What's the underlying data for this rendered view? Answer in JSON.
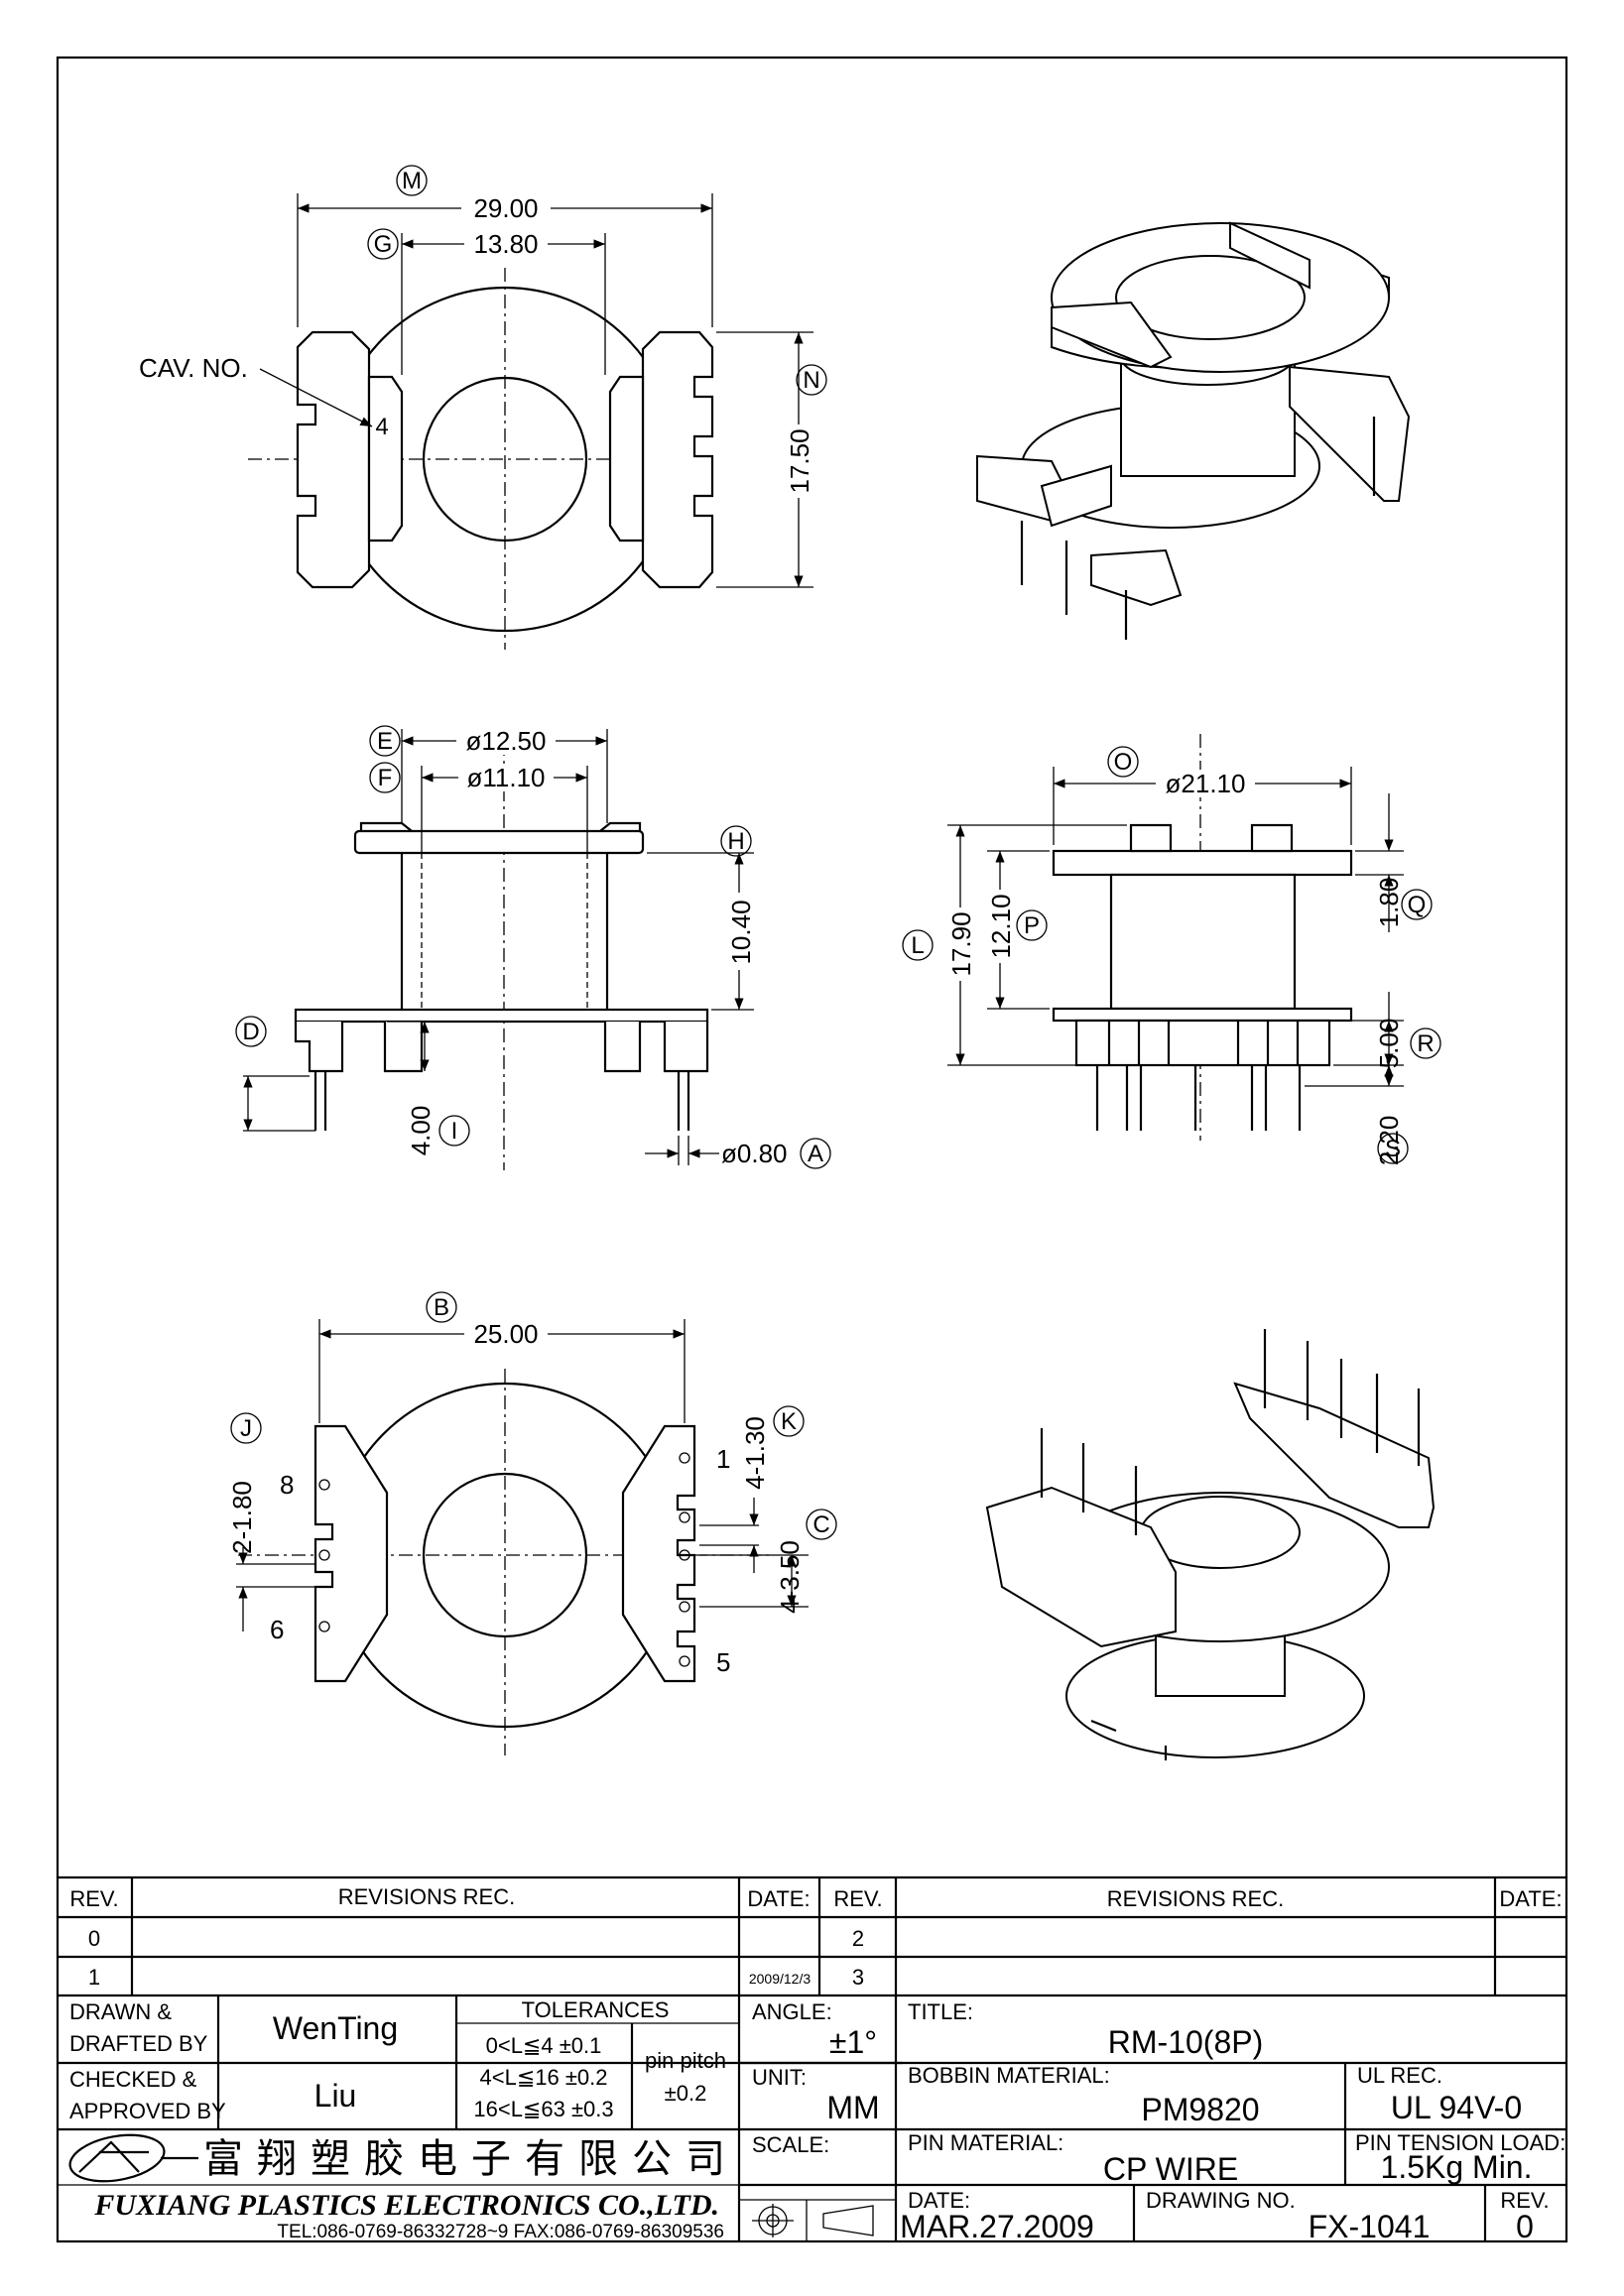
{
  "views": {
    "top": {
      "dims": {
        "m": "29.00",
        "g": "13.80",
        "n": "17.50"
      },
      "letters": {
        "m": "M",
        "g": "G",
        "n": "N"
      },
      "cav_label": "CAV. NO.",
      "cav_num": "4"
    },
    "front": {
      "dims": {
        "e": "ø12.50",
        "f": "ø11.10",
        "h_val": "10.40",
        "i_val": "4.00",
        "a_val": "ø0.80"
      },
      "letters": {
        "e": "E",
        "f": "F",
        "h": "H",
        "d": "D",
        "i": "I",
        "a": "A"
      }
    },
    "side": {
      "dims": {
        "o": "ø21.10",
        "l": "17.90",
        "p": "12.10",
        "q": "1.80",
        "r": "5.00",
        "s": "2.20"
      },
      "letters": {
        "o": "O",
        "l": "L",
        "p": "P",
        "q": "Q",
        "r": "R",
        "s": "S"
      }
    },
    "bottom": {
      "dims": {
        "b": "25.00",
        "j": "2-1.80",
        "k": "4-1.30",
        "c": "4-3.50"
      },
      "letters": {
        "b": "B",
        "j": "J",
        "k": "K",
        "c": "C"
      },
      "pins": {
        "p1": "1",
        "p5": "5",
        "p6": "6",
        "p8": "8"
      }
    }
  },
  "title_block": {
    "rev_table": {
      "hdr_rev": "REV.",
      "hdr_revisions": "REVISIONS   REC.",
      "hdr_date": "DATE:",
      "hdr_rev2": "REV.",
      "hdr_revisions2": "REVISIONS   REC.",
      "hdr_date2": "DATE:",
      "rows": [
        {
          "rev": "0",
          "date": "",
          "rev2": "2"
        },
        {
          "rev": "1",
          "date": "2009/12/3",
          "rev2": "3"
        }
      ]
    },
    "drawn_label_1": "DRAWN  &",
    "drawn_label_2": "DRAFTED BY",
    "drawn_value": "WenTing",
    "checked_label_1": "CHECKED  &",
    "checked_label_2": "APPROVED  BY",
    "checked_value": "Liu",
    "tolerances_label": "TOLERANCES",
    "tol_rows": [
      "0<L≦4    ±0.1",
      "4<L≦16  ±0.2",
      "16<L≦63  ±0.3"
    ],
    "pin_pitch_label": "pin  pitch",
    "pin_pitch_value": "±0.2",
    "angle_label": "ANGLE:",
    "angle_value": "±1°",
    "unit_label": "UNIT:",
    "unit_value": "MM",
    "scale_label": "SCALE:",
    "title_label": "TITLE:",
    "title_value": "RM-10(8P)",
    "bobbin_label": "BOBBIN  MATERIAL:",
    "bobbin_value": "PM9820",
    "ul_label": "UL  REC.",
    "ul_value": "UL  94V-0",
    "pin_mat_label": "PIN  MATERIAL:",
    "pin_mat_value": "CP  WIRE",
    "tension_label": "PIN  TENSION  LOAD:",
    "tension_value": "1.5Kg  Min.",
    "date_label": "DATE:",
    "date_value": "MAR.27.2009",
    "drawing_label": "DRAWING  NO.",
    "drawing_value": "FX-1041",
    "rev_label": "REV.",
    "rev_value": "0",
    "company_cn": "富翔塑胶电子有限公司",
    "company_en": "FUXIANG  PLASTICS  ELECTRONICS  CO.,LTD.",
    "company_tel": "TEL:086-0769-86332728~9   FAX:086-0769-86309536"
  }
}
